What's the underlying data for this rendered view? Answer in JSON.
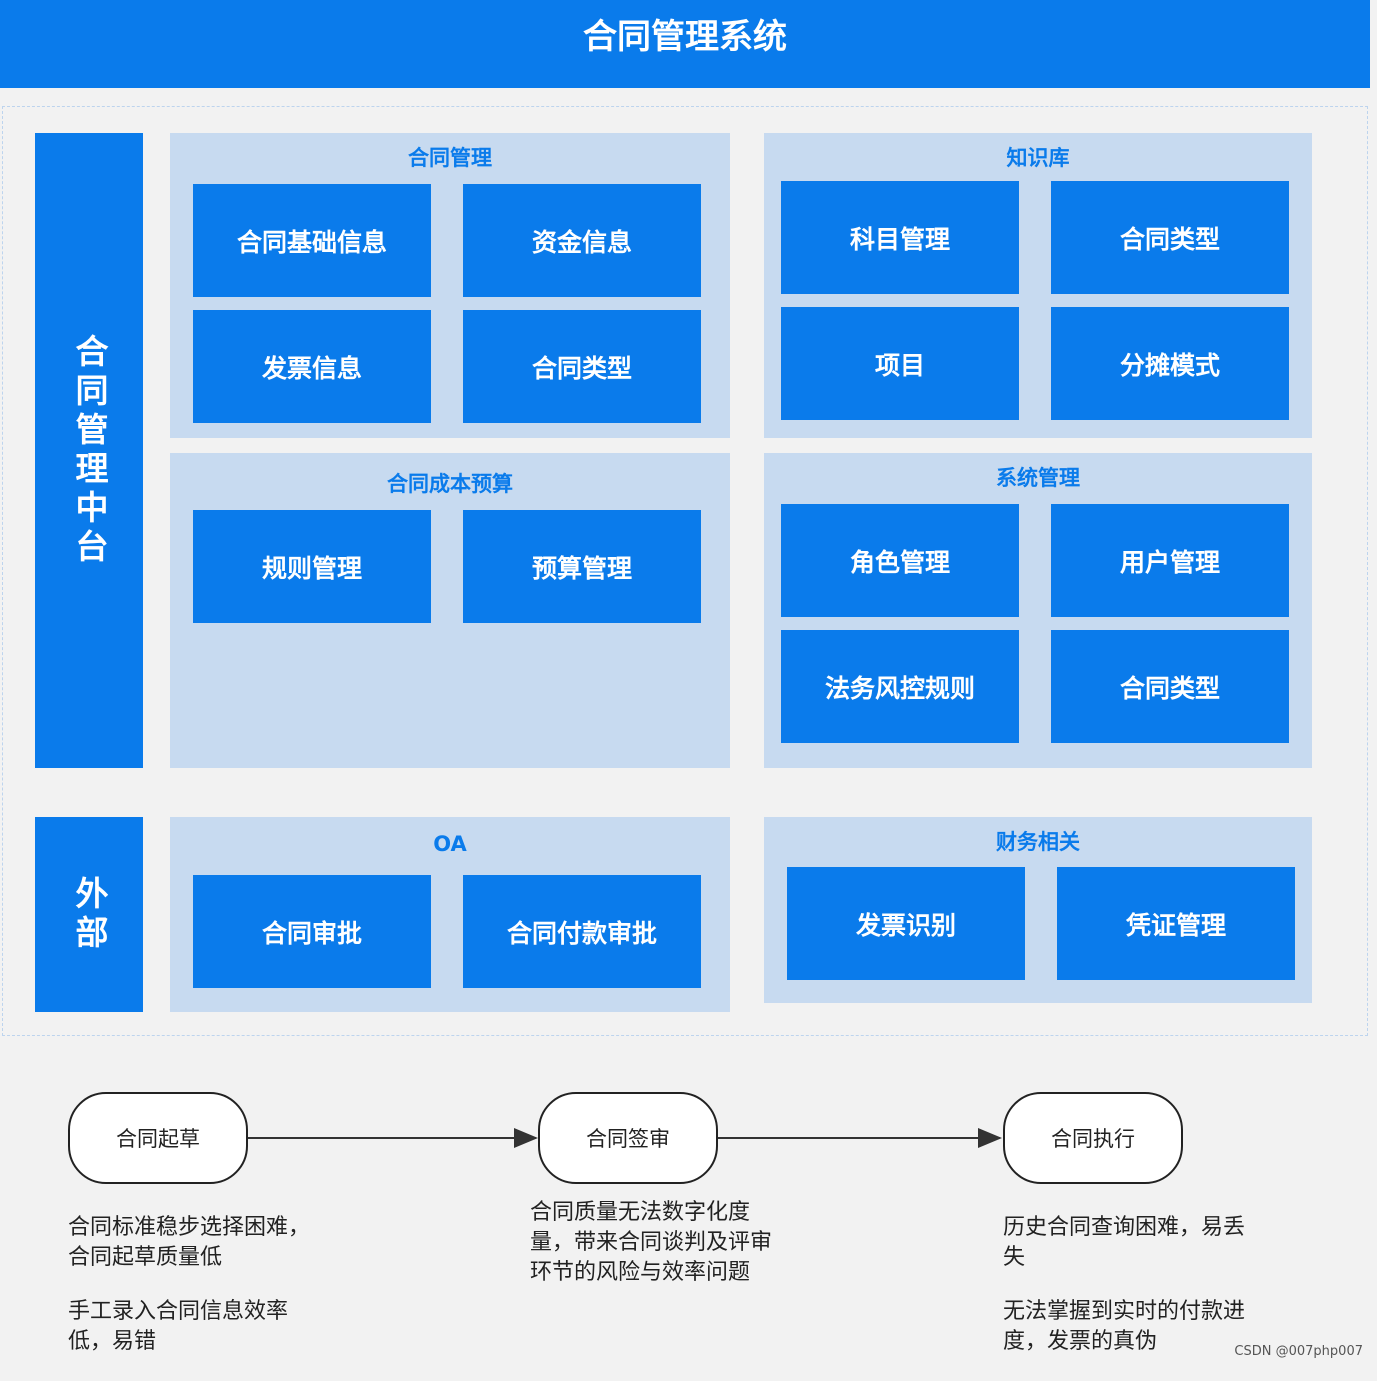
{
  "title": "合同管理系统",
  "sides": {
    "middle": "合同管理中台",
    "external": "外部"
  },
  "panels": {
    "contract_mgmt": {
      "title": "合同管理",
      "items": [
        "合同基础信息",
        "资金信息",
        "发票信息",
        "合同类型"
      ]
    },
    "knowledge": {
      "title": "知识库",
      "items": [
        "科目管理",
        "合同类型",
        "项目",
        "分摊模式"
      ]
    },
    "cost_budget": {
      "title": "合同成本预算",
      "items": [
        "规则管理",
        "预算管理"
      ]
    },
    "system_mgmt": {
      "title": "系统管理",
      "items": [
        "角色管理",
        "用户管理",
        "法务风控规则",
        "合同类型"
      ]
    },
    "oa": {
      "title": "OA",
      "items": [
        "合同审批",
        "合同付款审批"
      ]
    },
    "finance": {
      "title": "财务相关",
      "items": [
        "发票识别",
        "凭证管理"
      ]
    }
  },
  "flow": {
    "steps": [
      "合同起草",
      "合同签审",
      "合同执行"
    ],
    "notes": [
      [
        "合同标准稳步选择困难，合同起草质量低",
        "手工录入合同信息效率低，易错"
      ],
      [
        "合同质量无法数字化度量，带来合同谈判及评审环节的风险与效率问题"
      ],
      [
        "历史合同查询困难，易丢失",
        "无法掌握到实时的付款进度，发票的真伪"
      ]
    ]
  },
  "watermark": "CSDN @007php007"
}
